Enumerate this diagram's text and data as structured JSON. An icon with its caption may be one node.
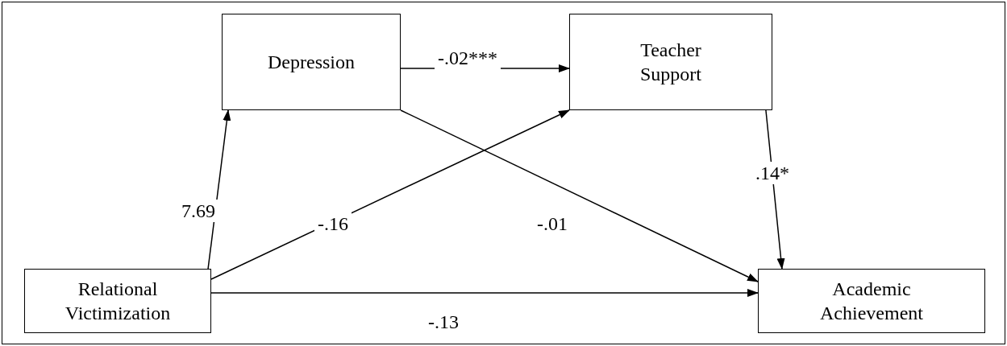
{
  "diagram": {
    "nodes": [
      {
        "text": [
          "Depression"
        ]
      },
      {
        "text": [
          "Teacher Support"
        ]
      },
      {
        "text": [
          "Relational Victimization"
        ]
      },
      {
        "text": [
          "Academic Achievement"
        ]
      }
    ],
    "edges": [
      {
        "from": 2,
        "to": 0,
        "arrow": "to",
        "label": "7.69"
      },
      {
        "from": 2,
        "to": 1,
        "arrow": "to",
        "label": "-.16"
      },
      {
        "from": 0,
        "to": 1,
        "arrow": "to",
        "label": "-.02***"
      },
      {
        "from": 0,
        "to": 3,
        "arrow": "to",
        "label": "-.01"
      },
      {
        "from": 1,
        "to": 3,
        "arrow": "to",
        "label": ".14*"
      },
      {
        "from": 2,
        "to": 3,
        "arrow": "to",
        "label": "-.13"
      }
    ]
  }
}
